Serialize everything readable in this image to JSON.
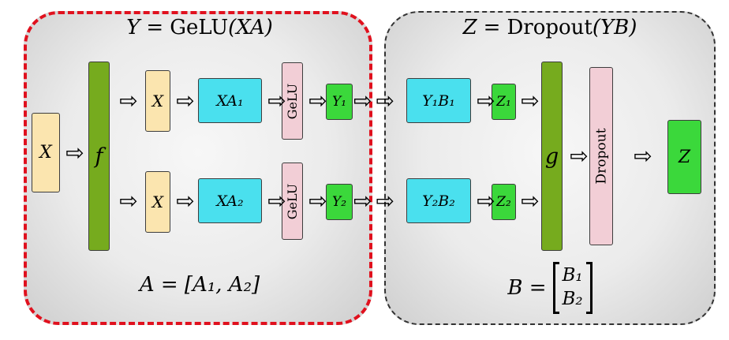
{
  "icons": {
    "arrow_right": "⇨"
  },
  "left_panel": {
    "title": {
      "lhs": "Y",
      "eq": "=",
      "fn": "GeLU",
      "arg": "(XA)"
    },
    "input_label": "X",
    "split_bar_label": "f",
    "branches": [
      {
        "x_label": "X",
        "matmul_label": "XA₁",
        "activation_label": "GeLU",
        "output_label": "Y₁"
      },
      {
        "x_label": "X",
        "matmul_label": "XA₂",
        "activation_label": "GeLU",
        "output_label": "Y₂"
      }
    ],
    "weight_formula": "A = [A₁, A₂]"
  },
  "right_panel": {
    "title": {
      "lhs": "Z",
      "eq": "=",
      "fn": "Dropout",
      "arg": "(YB)"
    },
    "branches": [
      {
        "matmul_label": "Y₁B₁",
        "output_label": "Z₁"
      },
      {
        "matmul_label": "Y₂B₂",
        "output_label": "Z₂"
      }
    ],
    "gather_bar_label": "g",
    "dropout_label": "Dropout",
    "output_label": "Z",
    "weight_formula": {
      "lhs": "B =",
      "row1": "B₁",
      "row2": "B₂"
    }
  },
  "colors": {
    "panel_border_left": "#e0111e",
    "panel_border_right": "#333333",
    "yellow_box": "#fbe5af",
    "cyan_box": "#4ae0ee",
    "green_box": "#3bd83b",
    "bar_green": "#76ab1e",
    "pink_box": "#f2ced6"
  }
}
